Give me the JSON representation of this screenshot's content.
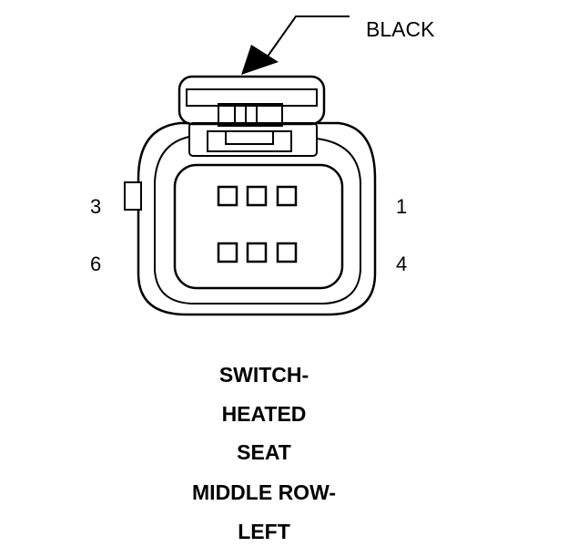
{
  "connector": {
    "color_label": "BLACK",
    "pins": {
      "p1": "1",
      "p3": "3",
      "p4": "4",
      "p6": "6"
    }
  },
  "title": {
    "line1": "SWITCH-",
    "line2": "HEATED",
    "line3": "SEAT",
    "line4": "MIDDLE ROW-",
    "line5": "LEFT"
  }
}
